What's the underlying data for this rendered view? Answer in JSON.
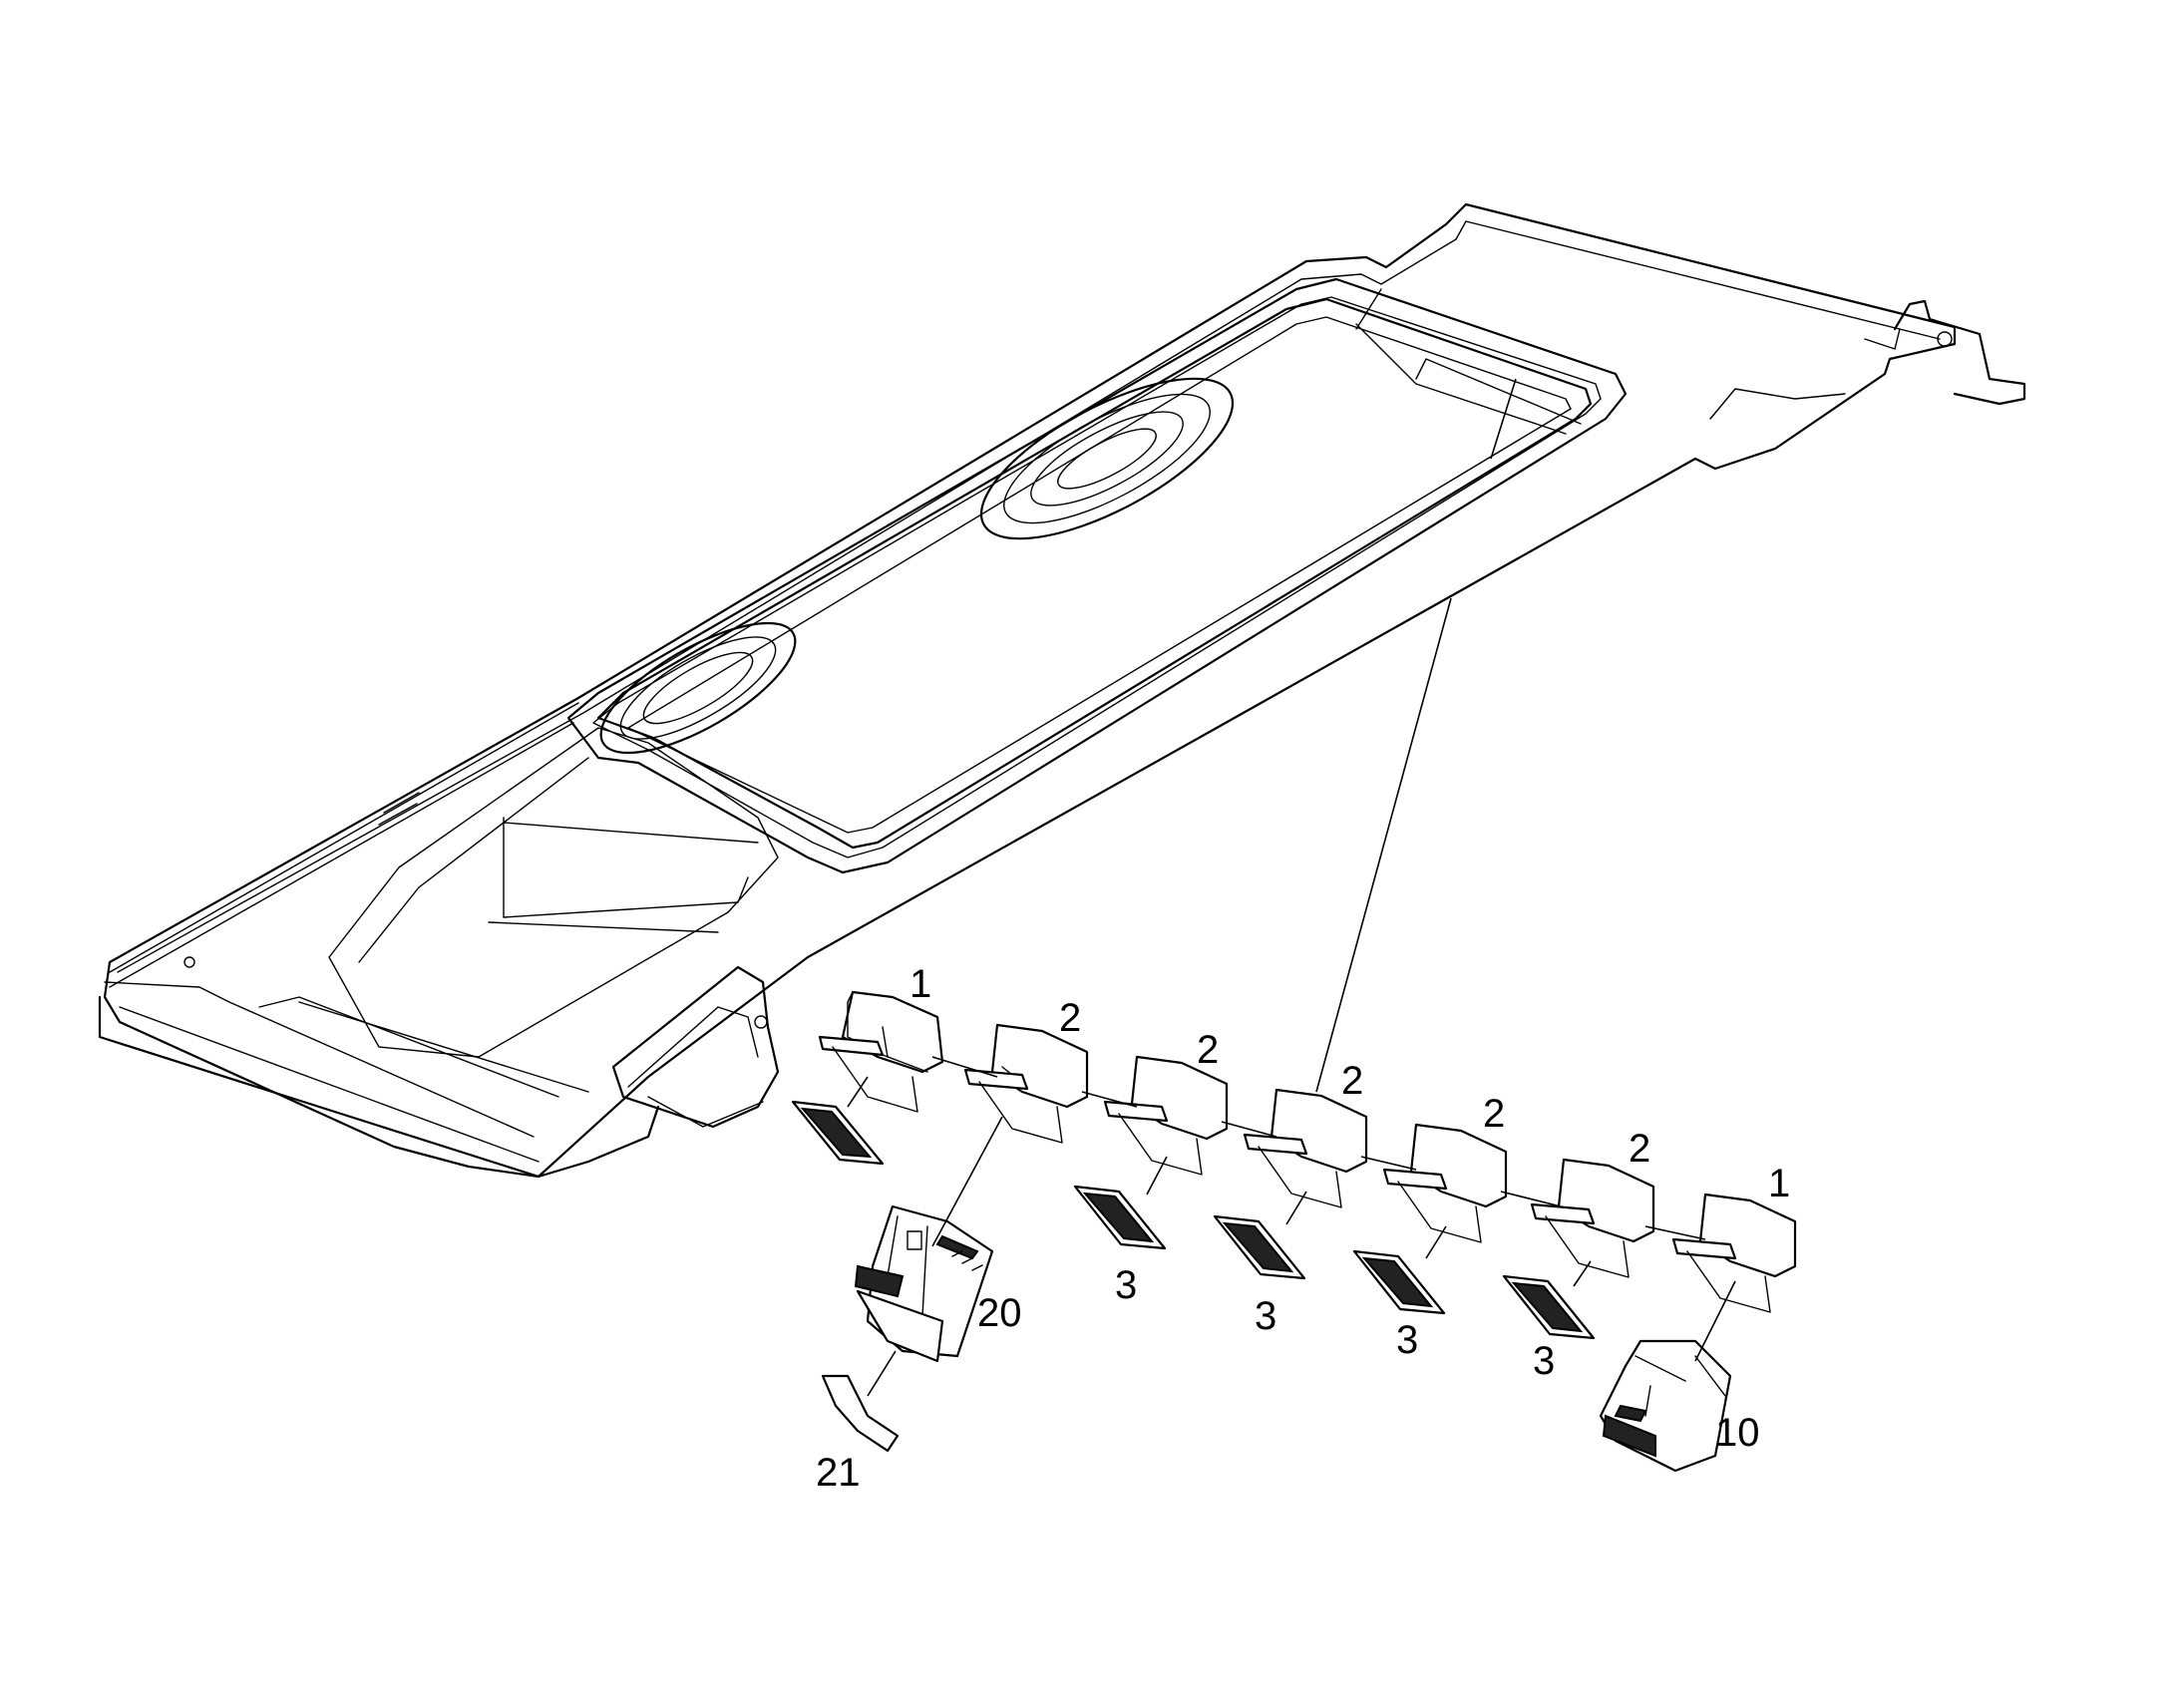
{
  "callouts": [
    {
      "id": "c1a",
      "label": "1"
    },
    {
      "id": "c2a",
      "label": "2"
    },
    {
      "id": "c2b",
      "label": "2"
    },
    {
      "id": "c2c",
      "label": "2"
    },
    {
      "id": "c2d",
      "label": "2"
    },
    {
      "id": "c2e",
      "label": "2"
    },
    {
      "id": "c1b",
      "label": "1"
    },
    {
      "id": "c3a",
      "label": "3"
    },
    {
      "id": "c3b",
      "label": "3"
    },
    {
      "id": "c3c",
      "label": "3"
    },
    {
      "id": "c3d",
      "label": "3"
    },
    {
      "id": "c20",
      "label": "20"
    },
    {
      "id": "c21",
      "label": "21"
    },
    {
      "id": "c10",
      "label": "10"
    }
  ]
}
